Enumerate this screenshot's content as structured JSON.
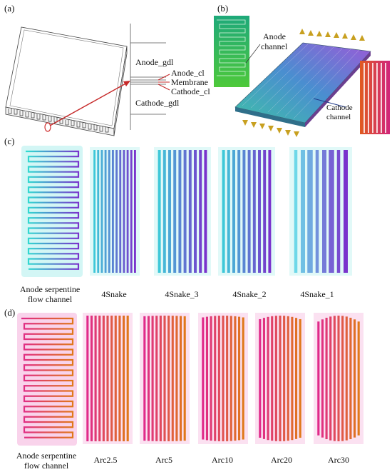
{
  "panels": {
    "a": {
      "letter": "(a)",
      "layers": [
        "Anode_gdl",
        "Anode_cl",
        "Membrane",
        "Cathode_cl",
        "Cathode_gdl"
      ]
    },
    "b": {
      "letter": "(b)",
      "anode_label_1": "Anode",
      "anode_label_2": "channel",
      "cathode_label_1": "Cathode",
      "cathode_label_2": "channel"
    },
    "c": {
      "letter": "(c)",
      "captions": [
        "Anode serpentine",
        "flow channel",
        "4Snake",
        "4Snake_3",
        "4Snake_2",
        "4Snake_1"
      ]
    },
    "d": {
      "letter": "(d)",
      "captions": [
        "Anode serpentine",
        "flow channel",
        "Arc2.5",
        "Arc5",
        "Arc10",
        "Arc20",
        "Arc30"
      ]
    }
  },
  "colors": {
    "anode_start": "#2ee0d0",
    "anode_end": "#7a33cc",
    "cathode_start": "#e02a8a",
    "cathode_end": "#e0781a",
    "arrow": "#d04030",
    "glow_c": "#c8f4f2",
    "glow_d": "#f7c8e6"
  }
}
